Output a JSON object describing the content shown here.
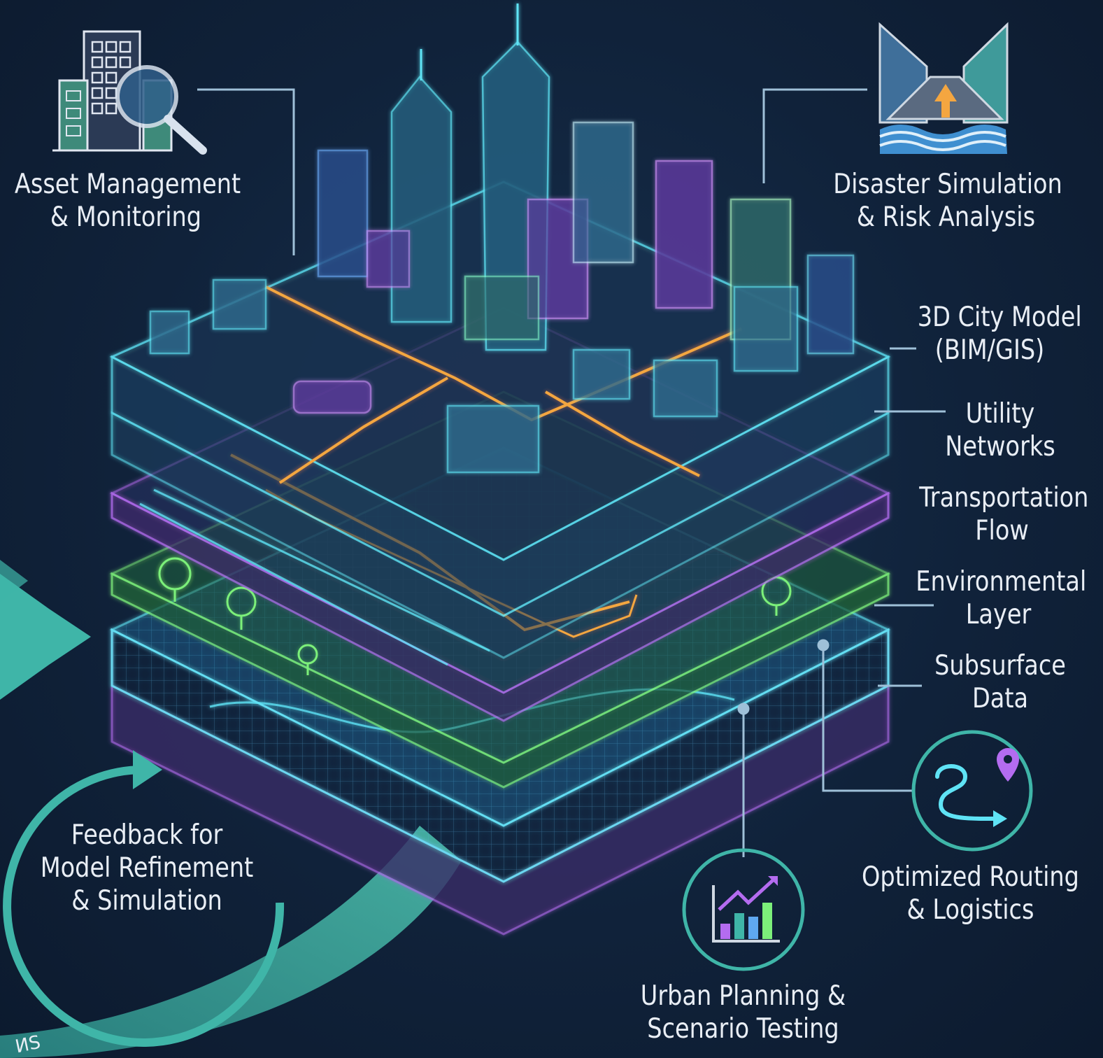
{
  "labels": {
    "asset": {
      "line1": "Asset Management",
      "line2": "& Monitoring"
    },
    "disaster": {
      "line1": "Disaster Simulation",
      "line2": "& Risk Analysis"
    },
    "city_model": {
      "line1": "3D City Model",
      "line2": "(BIM/GIS)"
    },
    "utility": {
      "line1": "Utility",
      "line2": "Networks"
    },
    "transport": {
      "line1": "Transportation",
      "line2": "Flow"
    },
    "environmental": {
      "line1": "Environmental",
      "line2": "Layer"
    },
    "subsurface": {
      "line1": "Subsurface",
      "line2": "Data"
    },
    "routing": {
      "line1": "Optimized Routing",
      "line2": "& Logistics"
    },
    "urban": {
      "line1": "Urban Planning &",
      "line2": "Scenario Testing"
    },
    "feedback": {
      "line1": "Feedback for",
      "line2": "Model Refinement",
      "line3": "& Simulation"
    },
    "cut_text": "ИS"
  },
  "icons": {
    "asset": "building-magnifier-icon",
    "disaster": "flood-buildings-icon",
    "routing": "route-pin-icon",
    "urban": "growth-chart-icon",
    "feedback": "circular-arrow-icon"
  },
  "colors": {
    "background": "#10223a",
    "cyan": "#5fe3f5",
    "purple": "#b46cf0",
    "green": "#7cf07a",
    "orange": "#f4a640",
    "teal": "#3fb5a8",
    "text": "#e9eef5"
  }
}
